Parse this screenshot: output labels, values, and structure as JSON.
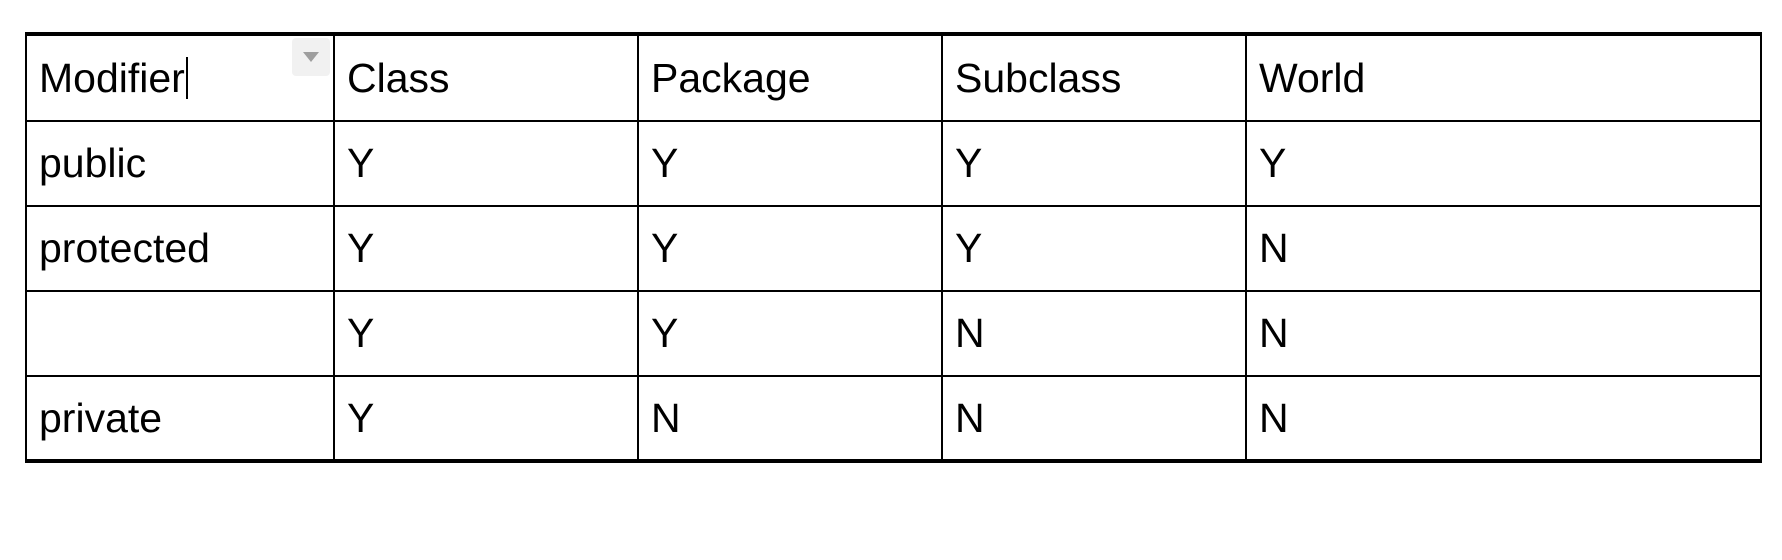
{
  "app": {
    "surface": "spreadsheet-table",
    "background_color": "#ffffff"
  },
  "colors": {
    "yes_fill": "#b6d7a8",
    "no_fill": "#ea9999",
    "border": "#000000",
    "blackout_fill": "#000000",
    "dropdown_button_bg": "#f1f1f1",
    "dropdown_arrow": "#999999",
    "text": "#000000"
  },
  "table": {
    "name": "access-modifier-visibility-table",
    "headers": [
      {
        "label": "Modifier",
        "editing": true,
        "has_filter_dropdown": true
      },
      {
        "label": "Class",
        "editing": false,
        "has_filter_dropdown": false
      },
      {
        "label": "Package",
        "editing": false,
        "has_filter_dropdown": false
      },
      {
        "label": "Subclass",
        "editing": false,
        "has_filter_dropdown": false
      },
      {
        "label": "World",
        "editing": false,
        "has_filter_dropdown": false
      }
    ],
    "rows": [
      {
        "modifier": "public",
        "modifier_state": "normal",
        "cells": [
          {
            "value": "Y",
            "state": "yes"
          },
          {
            "value": "Y",
            "state": "yes"
          },
          {
            "value": "Y",
            "state": "yes"
          },
          {
            "value": "Y",
            "state": "yes"
          }
        ]
      },
      {
        "modifier": "protected",
        "modifier_state": "normal",
        "cells": [
          {
            "value": "Y",
            "state": "yes"
          },
          {
            "value": "Y",
            "state": "yes"
          },
          {
            "value": "Y",
            "state": "yes"
          },
          {
            "value": "N",
            "state": "no"
          }
        ]
      },
      {
        "modifier": "",
        "modifier_state": "blackout",
        "cells": [
          {
            "value": "Y",
            "state": "yes"
          },
          {
            "value": "Y",
            "state": "yes"
          },
          {
            "value": "N",
            "state": "no"
          },
          {
            "value": "N",
            "state": "no"
          }
        ]
      },
      {
        "modifier": "private",
        "modifier_state": "normal",
        "cells": [
          {
            "value": "Y",
            "state": "yes"
          },
          {
            "value": "N",
            "state": "no"
          },
          {
            "value": "N",
            "state": "no"
          },
          {
            "value": "N",
            "state": "no"
          }
        ]
      }
    ]
  },
  "controls": {
    "filter_dropdown": {
      "icon": "chevron-down-icon",
      "tooltip": ""
    },
    "text_caret": {
      "visible": true,
      "after_text": "Modifier"
    }
  }
}
